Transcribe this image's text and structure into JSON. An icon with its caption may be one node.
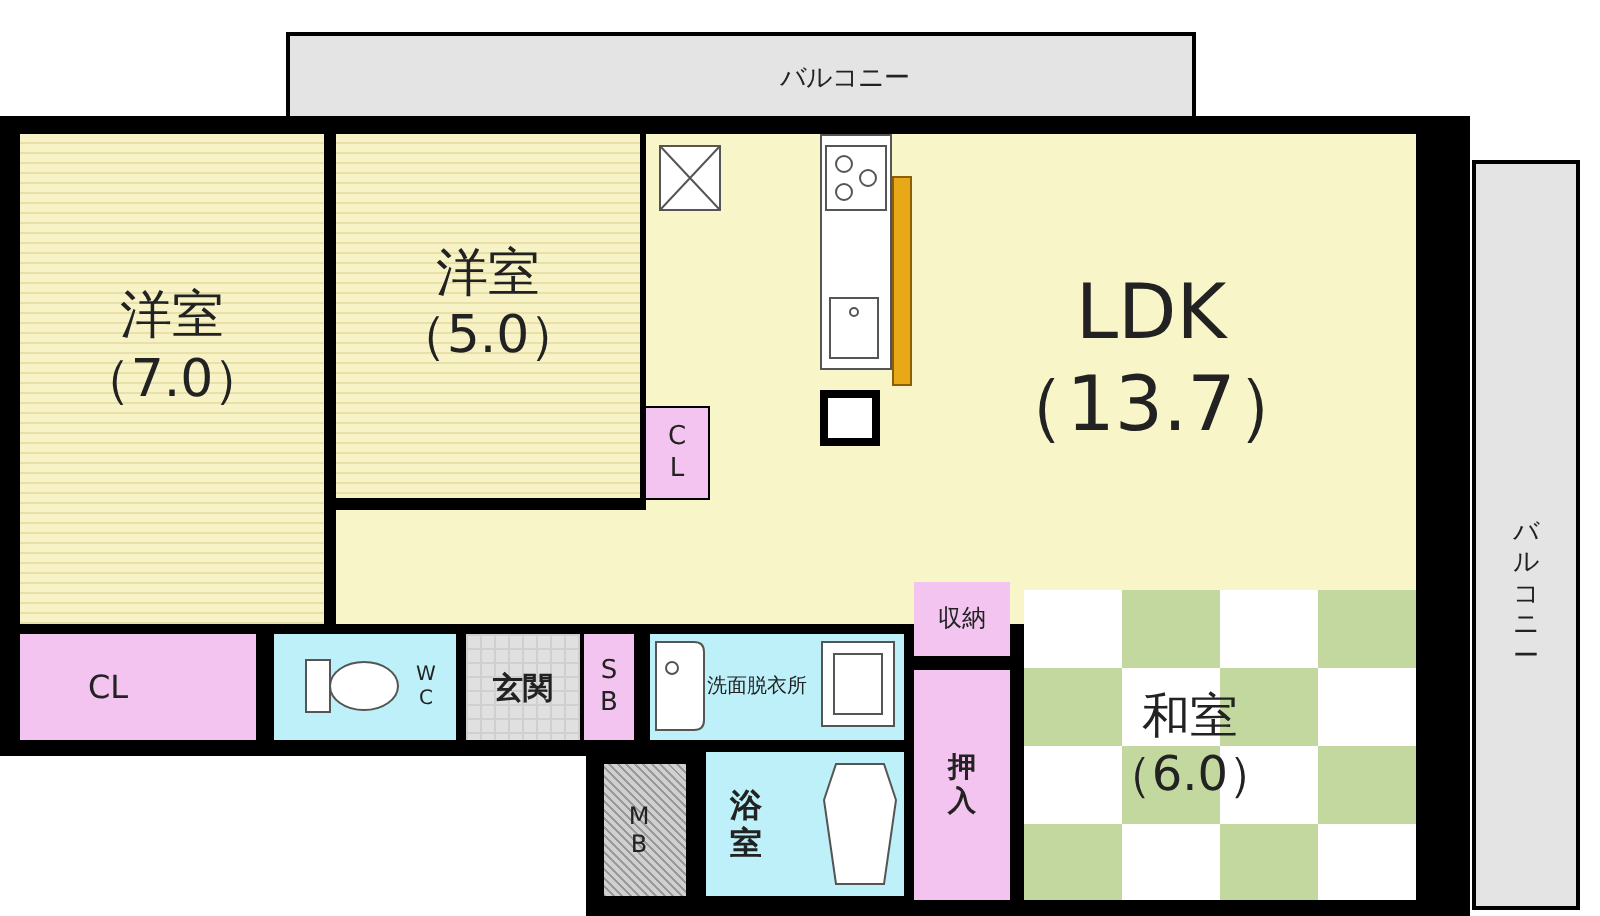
{
  "diagram": {
    "nodes": [
      {
        "text": [
          "バルコニー"
        ]
      },
      {
        "text": [
          "洋室",
          "（7.0）"
        ]
      },
      {
        "text": [
          "洋室",
          "（5.0）"
        ]
      },
      {
        "text": [
          "LDK",
          "（13.7）"
        ]
      },
      {
        "text": [
          "CL"
        ],
        "in": 3
      },
      {
        "text": [
          "バルコニー"
        ]
      },
      {
        "text": [
          "CL"
        ]
      },
      {
        "text": [
          "WC"
        ]
      },
      {
        "text": [
          "玄関"
        ]
      },
      {
        "text": [
          "SB"
        ]
      },
      {
        "text": [
          "洗面脱衣所"
        ]
      },
      {
        "text": [
          "収納"
        ]
      },
      {
        "text": [
          "押入"
        ]
      },
      {
        "text": [
          "和室",
          "（6.0）"
        ]
      },
      {
        "text": [
          "MB"
        ]
      },
      {
        "text": [
          "浴室"
        ]
      },
      {
        "text": [],
        "shape": "box"
      }
    ]
  }
}
